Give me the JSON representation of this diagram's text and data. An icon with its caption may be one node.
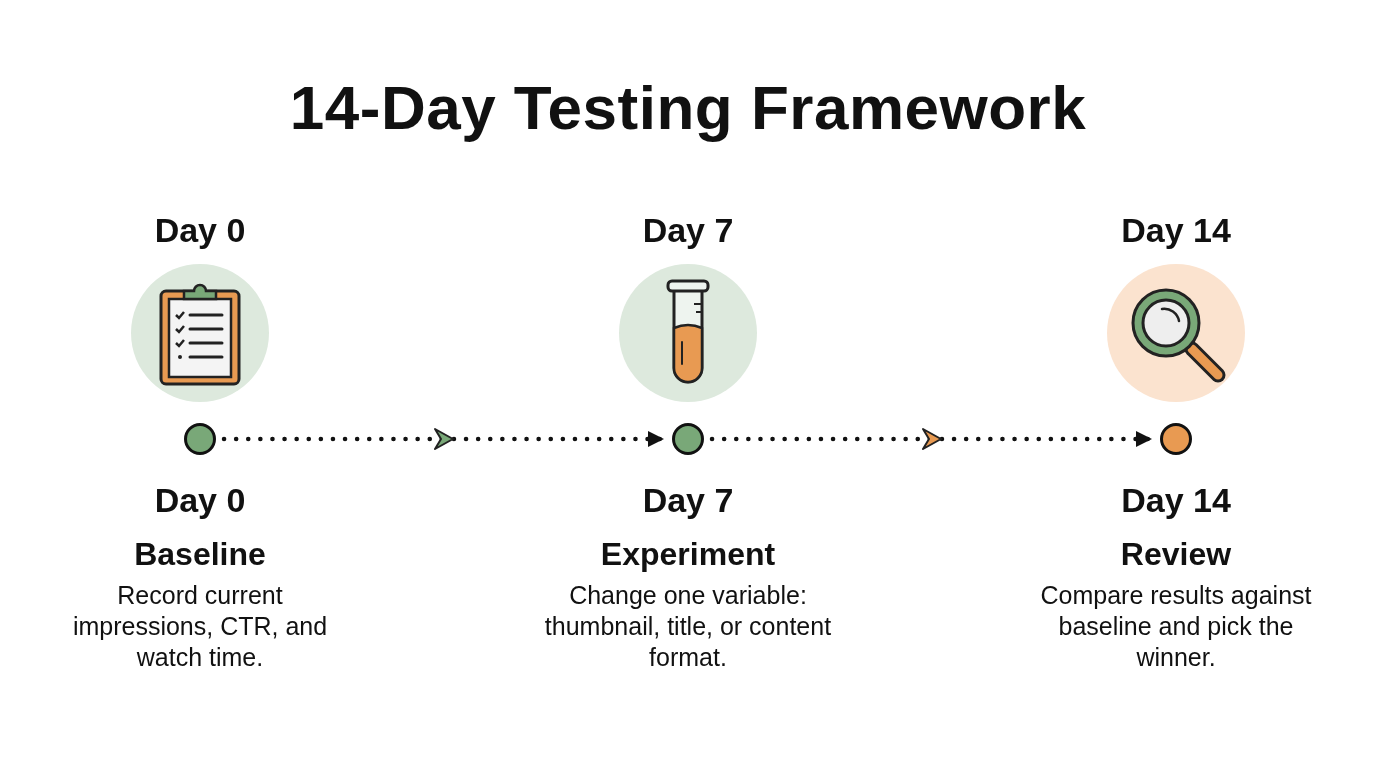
{
  "diagram": {
    "title": "14-Day Testing Framework",
    "nodes": [
      {
        "text": [
          "Day 0"
        ]
      },
      {
        "text": [
          "Day 7"
        ]
      },
      {
        "text": [
          "Day 14"
        ]
      },
      {
        "text": [],
        "shape": "circle",
        "beside": [
          "Day 0",
          "Baseline",
          "Record current impressions, CTR, and watch time."
        ]
      },
      {
        "text": [],
        "shape": "circle",
        "beside": [
          "Day 7",
          "Experiment",
          "Change one variable: thumbnail, title, or content format."
        ]
      },
      {
        "text": [],
        "shape": "circle",
        "beside": [
          "Day 14",
          "Review",
          "Compare results against baseline and pick the winner."
        ]
      }
    ],
    "edges": [
      {
        "from": 3,
        "to": 4,
        "arrow": "to",
        "style": "dashed"
      },
      {
        "from": 4,
        "to": 5,
        "arrow": "to",
        "style": "dashed"
      }
    ]
  }
}
